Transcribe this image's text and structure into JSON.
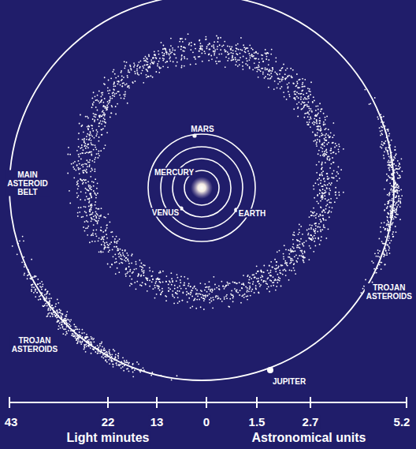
{
  "diagram": {
    "labels": [
      "MARS",
      "MERCURY",
      "VENUS",
      "EARTH",
      "MAIN ASTEROID BELT",
      "TROJAN ASTEROIDS",
      "TROJAN ASTEROIDS",
      "JUPITER",
      "43",
      "22",
      "13",
      "0",
      "1.5",
      "2.7",
      "5.2",
      "Light minutes",
      "Astronomical units"
    ]
  }
}
